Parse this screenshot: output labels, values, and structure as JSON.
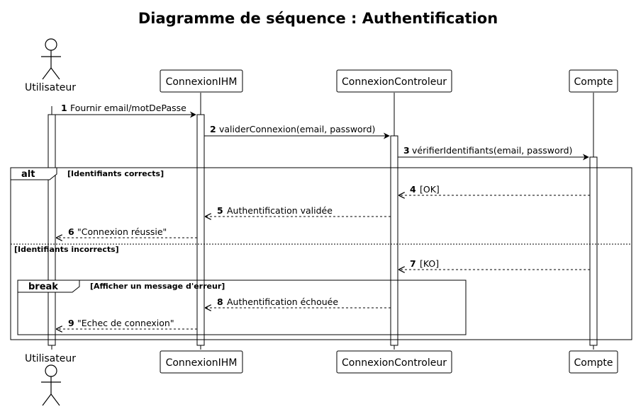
{
  "title": "Diagramme de séquence : Authentification",
  "participants": [
    {
      "id": "utilisateur",
      "label": "Utilisateur",
      "kind": "actor"
    },
    {
      "id": "ihm",
      "label": "ConnexionIHM",
      "kind": "box"
    },
    {
      "id": "ctrl",
      "label": "ConnexionControleur",
      "kind": "box"
    },
    {
      "id": "compte",
      "label": "Compte",
      "kind": "box"
    }
  ],
  "messages": [
    {
      "num": "1",
      "text": "Fournir email/motDePasse",
      "from": "utilisateur",
      "to": "ihm",
      "style": "sync"
    },
    {
      "num": "2",
      "text": "validerConnexion(email, password)",
      "from": "ihm",
      "to": "ctrl",
      "style": "sync"
    },
    {
      "num": "3",
      "text": "vérifierIdentifiants(email, password)",
      "from": "ctrl",
      "to": "compte",
      "style": "sync"
    },
    {
      "num": "4",
      "text": "[OK]",
      "from": "compte",
      "to": "ctrl",
      "style": "return"
    },
    {
      "num": "5",
      "text": "Authentification validée",
      "from": "ctrl",
      "to": "ihm",
      "style": "return"
    },
    {
      "num": "6",
      "text": "\"Connexion réussie\"",
      "from": "ihm",
      "to": "utilisateur",
      "style": "return"
    },
    {
      "num": "7",
      "text": "[KO]",
      "from": "compte",
      "to": "ctrl",
      "style": "return"
    },
    {
      "num": "8",
      "text": "Authentification échouée",
      "from": "ctrl",
      "to": "ihm",
      "style": "return"
    },
    {
      "num": "9",
      "text": "\"Echec de connexion\"",
      "from": "ihm",
      "to": "utilisateur",
      "style": "return"
    }
  ],
  "fragments": {
    "alt": {
      "keyword": "alt",
      "guard1": "[Identifiants corrects]",
      "guard2": "[Identifiants incorrects]"
    },
    "break": {
      "keyword": "break",
      "guard": "[Afficher un message d'erreur]"
    }
  }
}
